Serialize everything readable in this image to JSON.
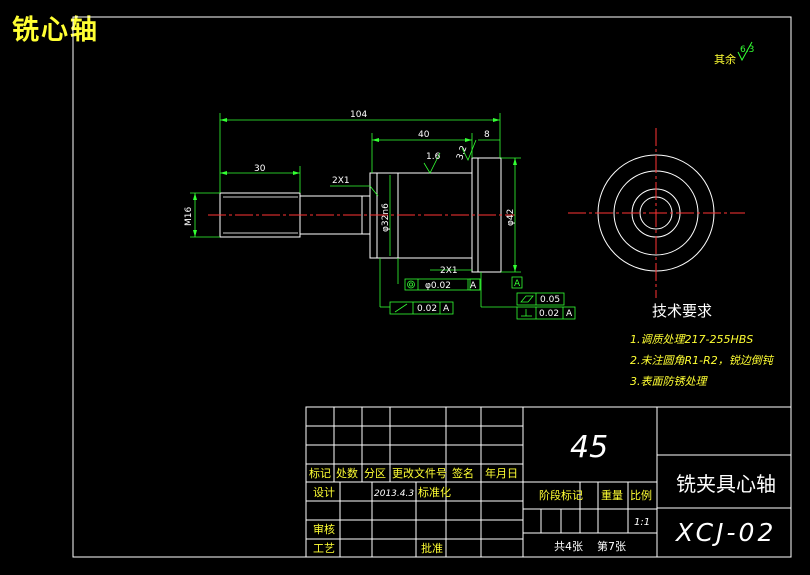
{
  "page_title": "铣心轴",
  "roughness_note": {
    "prefix": "其余",
    "value": "6.3"
  },
  "dimensions": {
    "overall_length": "104",
    "head_length": "40",
    "flange_length": "8",
    "thread_length": "30",
    "chamfer_left": "2X1",
    "chamfer_right": "2X1",
    "thread_dia": "M16",
    "shaft_dia": "φ32n6",
    "flange_dia": "φ42",
    "roughness_shaft": "1.6",
    "roughness_face": "3.2"
  },
  "tolerances": {
    "coaxiality": {
      "value": "φ0.02",
      "datum": "A"
    },
    "runout": {
      "value": "0.02",
      "datum": "A"
    },
    "flatness": {
      "value": "0.05"
    },
    "perpendicularity": {
      "value": "0.02",
      "datum": "A"
    },
    "datum_label": "A"
  },
  "tech_requirements": {
    "heading": "技术要求",
    "items": [
      "1.调质处理217-255HBS",
      "2.未注圆角R1-R2，锐边倒钝",
      "3.表面防锈处理"
    ]
  },
  "title_block": {
    "material": "45",
    "part_name": "铣夹具心轴",
    "drawing_no": "XCJ-02",
    "labels": {
      "mark": "标记",
      "count": "处数",
      "zone": "分区",
      "change_doc": "更改文件号",
      "sign": "签名",
      "date_col": "年月日",
      "design": "设计",
      "standardize": "标准化",
      "review": "审核",
      "process": "工艺",
      "approve": "批准",
      "stage_mark": "阶段标记",
      "weight": "重量",
      "scale_label": "比例"
    },
    "design_date": "2013.4.3",
    "scale": "1:1",
    "sheets_total": "共4张",
    "sheet_no": "第7张"
  }
}
